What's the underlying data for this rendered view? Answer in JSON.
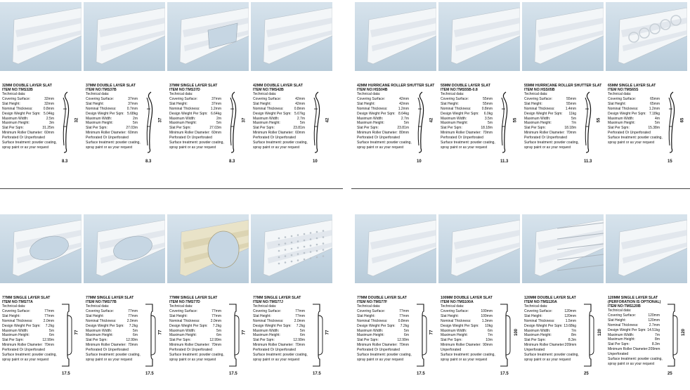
{
  "row1": [
    {
      "title": "32MM DOUBLE LAYER SLAT",
      "item": "ITEM NO:TMS32B",
      "lines": [
        [
          "Technical data:",
          ""
        ],
        [
          "Covering Surface:",
          "32mm"
        ],
        [
          "Slat Height:",
          "32mm"
        ],
        [
          "Nominal Thickness:",
          "0.8mm"
        ],
        [
          "Design Weight Per Sqm:",
          "5.04kg"
        ],
        [
          "Maximum Width:",
          "2.5m"
        ],
        [
          "Maximum Height:",
          "3m"
        ],
        [
          "Slat Per Sqm:",
          "31.25m"
        ],
        [
          "Minimum Roller Diameter:",
          "60mm"
        ]
      ],
      "notes": [
        "Perforated Or Unperforated",
        "Surface treatment: powder coating,",
        "spray paint or as your request"
      ],
      "h": "32",
      "w": "8.3"
    },
    {
      "title": "37MM DOUBLE LAYER SLAT",
      "item": "ITEM NO:TMS37B",
      "lines": [
        [
          "Technical data:",
          ""
        ],
        [
          "Covering Surface:",
          "37mm"
        ],
        [
          "Slat Height:",
          "37mm"
        ],
        [
          "Nominal Thickness:",
          "0.7mm"
        ],
        [
          "Design Weight Per Sqm:",
          "5.68kg"
        ],
        [
          "Maximum Width:",
          "2m"
        ],
        [
          "Maximum Height:",
          "5m"
        ],
        [
          "Slat Per Sqm:",
          "27.03m"
        ],
        [
          "Minimum Roller Diameter:",
          "60mm"
        ]
      ],
      "notes": [
        "Perforated Or Unperforated",
        "Surface treatment: powder coating,",
        "spray paint or as your request"
      ],
      "h": "37",
      "w": "8.3"
    },
    {
      "title": "37MM SINGLE LAYER SLAT",
      "item": "ITEM NO:TMS37D",
      "lines": [
        [
          "Technical data:",
          ""
        ],
        [
          "Covering Surface:",
          "37mm"
        ],
        [
          "Slat Height:",
          "37mm"
        ],
        [
          "Nominal Thickness:",
          "1.2mm"
        ],
        [
          "Design Weight Per Sqm:",
          "6.64kg"
        ],
        [
          "Maximum Width:",
          "2m"
        ],
        [
          "Maximum Height:",
          "5m"
        ],
        [
          "Slat Per Sqm:",
          "27.03m"
        ],
        [
          "Minimum Roller Diameter:",
          "60mm"
        ]
      ],
      "notes": [
        "Perforated Or Unperforated",
        "Surface treatment: powder coating,",
        "spray paint or as your request"
      ],
      "h": "37",
      "w": "8.3"
    },
    {
      "title": "42MM DOUBLE LAYER SLAT",
      "item": "ITEM NO:TMS42B",
      "lines": [
        [
          "Technical data:",
          ""
        ],
        [
          "Covering Surface:",
          "42mm"
        ],
        [
          "Slat Height:",
          "42mm"
        ],
        [
          "Nominal Thickness:",
          "0.8mm"
        ],
        [
          "Design Weight Per Sqm:",
          "5.67kg"
        ],
        [
          "Maximum Width:",
          "2.7m"
        ],
        [
          "Maximum Height:",
          "5m"
        ],
        [
          "Slat Per Sqm:",
          "23.81m"
        ],
        [
          "Minimum Roller Diameter:",
          "60mm"
        ]
      ],
      "notes": [
        "Perforated Or Unperforated",
        "Surface treatment: powder coating,",
        "spray paint or as your request"
      ],
      "h": "42",
      "w": "10"
    },
    {
      "title": "42MM HURRICANE ROLLER SHUTTER SLAT",
      "item": "ITEM NO:HSS04B",
      "lines": [
        [
          "Technical data:",
          ""
        ],
        [
          "Covering Surface:",
          "42mm"
        ],
        [
          "Slat Height:",
          "42mm"
        ],
        [
          "Nominal Thickness:",
          "1.2mm"
        ],
        [
          "Design Weight Per Sqm:",
          "8.64kg"
        ],
        [
          "Maximum Width:",
          "2.7m"
        ],
        [
          "Maximum Height:",
          "5m"
        ],
        [
          "Slat Per Sqm:",
          "23.81m"
        ],
        [
          "Minimum Roller Diameter:",
          "80mm"
        ]
      ],
      "notes": [
        "Perforated Or Unperforated",
        "Surface treatment: powder coating,",
        "spray paint or as your request"
      ],
      "h": "42",
      "w": "10"
    },
    {
      "title": "55MM DOUBLE LAYER SLAT",
      "item": "ITEM NO:TMS55B-0.8",
      "lines": [
        [
          "Technical data:",
          ""
        ],
        [
          "Covering Surface:",
          "55mm"
        ],
        [
          "Slat Height:",
          "55mm"
        ],
        [
          "Nominal Thickness:",
          "0.8mm"
        ],
        [
          "Design Weight Per Sqm:",
          "6.0kg"
        ],
        [
          "Maximum Width:",
          "3.5m"
        ],
        [
          "Maximum Height:",
          "5m"
        ],
        [
          "Slat Per Sqm:",
          "18.18m"
        ],
        [
          "Minimum Roller Diameter:",
          "70mm"
        ]
      ],
      "notes": [
        "Perforated Or Unperforated",
        "Surface treatment: powder coating,",
        "spray paint or as your request"
      ],
      "h": "55",
      "w": "11.3"
    },
    {
      "title": "55MM HURRICANE ROLLER SHUTTER SLAT",
      "item": "ITEM NO:HSS05B",
      "lines": [
        [
          "Technical data:",
          ""
        ],
        [
          "Covering Surface:",
          "55mm"
        ],
        [
          "Slat Height:",
          "55mm"
        ],
        [
          "Nominal Thickness:",
          "1.4mm"
        ],
        [
          "Design Weight Per Sqm:",
          "11kg"
        ],
        [
          "Maximum Width:",
          "5m"
        ],
        [
          "Maximum Height:",
          "7m"
        ],
        [
          "Slat Per Sqm:",
          "18.18m"
        ],
        [
          "Minimum Roller Diameter:",
          "70mm"
        ]
      ],
      "notes": [
        "Perforated Or Unperforated",
        "Surface treatment: powder coating,",
        "spray paint or as your request"
      ],
      "h": "55",
      "w": "11.3"
    },
    {
      "title": "65MM SINGLE LAYER SLAT",
      "item": "ITEM NO:TMS65S",
      "lines": [
        [
          "Technical data:",
          ""
        ],
        [
          "Covering Surface:",
          "65mm"
        ],
        [
          "Slat Height:",
          "65mm"
        ],
        [
          "Nominal Thickness:",
          "1.2mm"
        ],
        [
          "Design Weight Per Sqm:",
          "7.18kg"
        ],
        [
          "Maximum Width:",
          "4m"
        ],
        [
          "Maximum Height:",
          "5m"
        ],
        [
          "Slat Per Sqm:",
          "15.38m"
        ]
      ],
      "notes": [
        "Perforated Or Unperforated",
        "Surface treatment: powder coating,",
        "spray paint or as your request"
      ],
      "h": "65",
      "w": "15"
    }
  ],
  "row2": [
    {
      "title": "77MM SINGLE LAYER SLAT",
      "item": "ITEM NO:TMS77A",
      "lines": [
        [
          "Technical data:",
          ""
        ],
        [
          "Covering Surface:",
          "77mm"
        ],
        [
          "Slat Height:",
          "77mm"
        ],
        [
          "Nominal Thickness:",
          "2.0mm"
        ],
        [
          "Design Weight Per Sqm:",
          "7.2kg"
        ],
        [
          "Maximum Width:",
          "5m"
        ],
        [
          "Maximum Height:",
          "6m"
        ],
        [
          "Slat Per Sqm:",
          "12.99m"
        ],
        [
          "Minimum Roller Diameter:",
          "70mm"
        ]
      ],
      "notes": [
        "Perforated Or Unperforated",
        "Surface treatment: powder coating,",
        "spray paint or as your request"
      ],
      "h": "77",
      "w": "17.5"
    },
    {
      "title": "77MM SINGLE LAYER SLAT",
      "item": "ITEM NO:TMS77B",
      "lines": [
        [
          "Technical data:",
          ""
        ],
        [
          "Covering Surface:",
          "77mm"
        ],
        [
          "Slat Height:",
          "77mm"
        ],
        [
          "Nominal Thickness:",
          "2.0mm"
        ],
        [
          "Design Weight Per Sqm:",
          "7.2kg"
        ],
        [
          "Maximum Width:",
          "5m"
        ],
        [
          "Maximum Height:",
          "6m"
        ],
        [
          "Slat Per Sqm:",
          "12.99m"
        ],
        [
          "Minimum Roller Diameter:",
          "70mm"
        ]
      ],
      "notes": [
        "Perforated Or Unperforated",
        "Surface treatment: powder coating,",
        "spray paint or as your request"
      ],
      "h": "77",
      "w": "17.5"
    },
    {
      "title": "77MM SINGLE LAYER SLAT",
      "item": "ITEM NO:TMS77D",
      "lines": [
        [
          "Technical data:",
          ""
        ],
        [
          "Covering Surface:",
          "77mm"
        ],
        [
          "Slat Height:",
          "77mm"
        ],
        [
          "Nominal Thickness:",
          "2.0mm"
        ],
        [
          "Design Weight Per Sqm:",
          "7.2kg"
        ],
        [
          "Maximum Width:",
          "5m"
        ],
        [
          "Maximum Height:",
          "6m"
        ],
        [
          "Slat Per Sqm:",
          "12.99m"
        ],
        [
          "Minimum Roller Diameter:",
          "70mm"
        ]
      ],
      "notes": [
        "Perforated Or Unperforated",
        "Surface treatment: powder coating,",
        "spray paint or as your request"
      ],
      "h": "77",
      "w": "17.5"
    },
    {
      "title": "77MM SINGLE LAYER SLAT",
      "item": "ITEM NO:TMS77J",
      "lines": [
        [
          "Technical data:",
          ""
        ],
        [
          "Covering Surface:",
          "77mm"
        ],
        [
          "Slat Height:",
          "77mm"
        ],
        [
          "Nominal Thickness:",
          "2.0mm"
        ],
        [
          "Design Weight Per Sqm:",
          "7.2kg"
        ],
        [
          "Maximum Width:",
          "5m"
        ],
        [
          "Maximum Height:",
          "6m"
        ],
        [
          "Slat Per Sqm:",
          "12.99m"
        ],
        [
          "Minimum Roller Diameter:",
          "70mm"
        ]
      ],
      "notes": [
        "Perforated Or Unperforated",
        "Surface treatment: powder coating,",
        "spray paint or as your request"
      ],
      "h": "77",
      "w": "17.5"
    },
    {
      "title": "77MM DOUBLE LAYER SLAT",
      "item": "ITEM NO:TMS77F",
      "lines": [
        [
          "Technical data:",
          ""
        ],
        [
          "Covering Surface:",
          "77mm"
        ],
        [
          "Slat Height:",
          "77mm"
        ],
        [
          "Nominal Thickness:",
          "0.8mm"
        ],
        [
          "Design Weight Per Sqm:",
          "7.2kg"
        ],
        [
          "Maximum Width:",
          "5m"
        ],
        [
          "Maximum Height:",
          "6m"
        ],
        [
          "Slat Per Sqm:",
          "12.99m"
        ],
        [
          "Minimum Roller Diameter:",
          "70mm"
        ]
      ],
      "notes": [
        "Perforated Or Unperforated",
        "Surface treatment: powder coating,",
        "spray paint or as your request"
      ],
      "h": "77",
      "w": "17.5"
    },
    {
      "title": "100MM DOUBLE LAYER SLAT",
      "item": "ITEM NO:TMS100A",
      "lines": [
        [
          "Technical data:",
          ""
        ],
        [
          "Covering Surface:",
          "100mm"
        ],
        [
          "Slat Height:",
          "100mm"
        ],
        [
          "Nominal Thickness:",
          "1.3mm"
        ],
        [
          "Design Weight Per Sqm:",
          "10kg"
        ],
        [
          "Maximum Width:",
          "6m"
        ],
        [
          "Maximum Height:",
          "7m"
        ],
        [
          "Slat Per Sqm:",
          "10m"
        ],
        [
          "Minimum Roller Diameter:",
          "90mm"
        ]
      ],
      "notes": [
        "Unperforated",
        "Surface treatment: powder coating,",
        "spray paint or as your request"
      ],
      "h": "100",
      "w": "17.5"
    },
    {
      "title": "120MM DOUBLE LAYER SLAT",
      "item": "ITEM NO:TMS120A",
      "lines": [
        [
          "Technical data:",
          ""
        ],
        [
          "Covering Surface:",
          "120mm"
        ],
        [
          "Slat Height:",
          "120mm"
        ],
        [
          "Nominal Thickness:",
          "1.5mm"
        ],
        [
          "Design Weight Per Sqm:",
          "13.68kg"
        ],
        [
          "Maximum Width:",
          "7m"
        ],
        [
          "Maximum Height:",
          "8m"
        ],
        [
          "Slat Per Sqm:",
          "8.3m"
        ],
        [
          "Minimum Roller Diameter:",
          "209mm"
        ]
      ],
      "notes": [
        "Unperforated",
        "Surface treatment: powder coating,",
        "spray paint or as your request"
      ],
      "h": "120",
      "w": "25"
    },
    {
      "title": "120MM SINGLE LAYER SLAT",
      "title2": "(PERFORATION IS OPTIONAL)",
      "item": "ITEM NO:TMS120B",
      "lines": [
        [
          "Technical data:",
          ""
        ],
        [
          "Covering Surface:",
          "120mm"
        ],
        [
          "Slat Height:",
          "120mm"
        ],
        [
          "Nominal Thickness:",
          "2.7mm"
        ],
        [
          "Design Weight Per Sqm:",
          "14.51kg"
        ],
        [
          "Maximum Width:",
          "7m"
        ],
        [
          "Maximum Height:",
          "8m"
        ],
        [
          "Slat Per Sqm:",
          "8.3m"
        ],
        [
          "Minimum Roller Diameter:",
          "209mm"
        ]
      ],
      "notes": [
        "Unperforated",
        "Surface treatment: powder coating,",
        "spray paint or as your request"
      ],
      "h": "120",
      "w": "25"
    }
  ]
}
